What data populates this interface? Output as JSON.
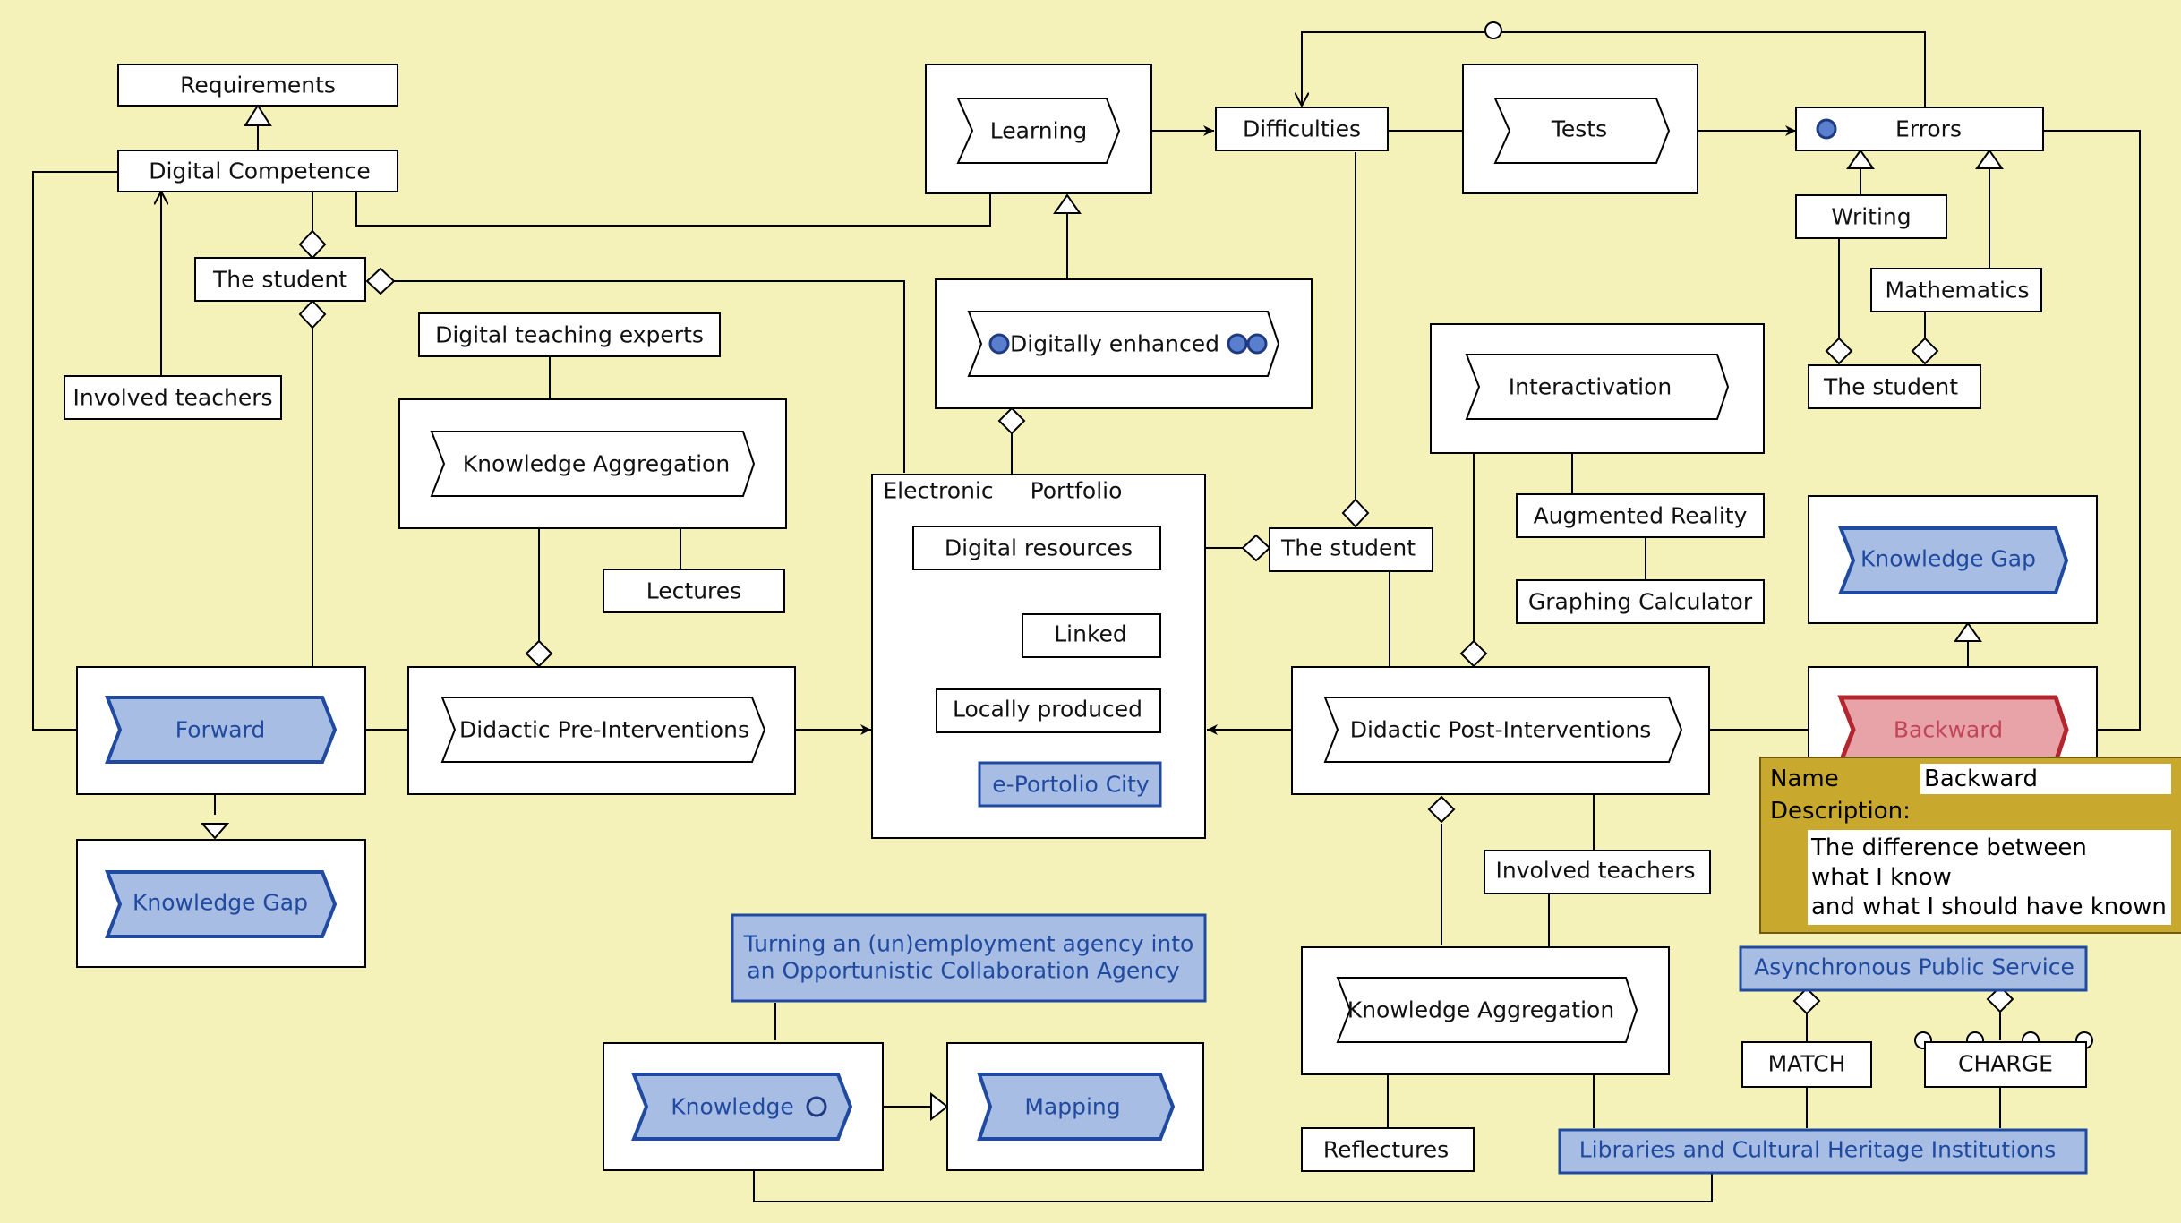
{
  "nodes": {
    "requirements": "Requirements",
    "digital_competence": "Digital Competence",
    "the_student_top": "The student",
    "involved_teachers_top": "Involved teachers",
    "digital_teaching_experts": "Digital teaching experts",
    "knowledge_aggregation_top": "Knowledge Aggregation",
    "lectures": "Lectures",
    "learning": "Learning",
    "digitally_enhanced": "Digitally enhanced",
    "difficulties": "Difficulties",
    "tests": "Tests",
    "errors": "Errors",
    "writing": "Writing",
    "mathematics": "Mathematics",
    "the_student_right": "The student",
    "interactivation": "Interactivation",
    "augmented_reality": "Augmented Reality",
    "graphing_calculator": "Graphing Calculator",
    "knowledge_gap_right": "Knowledge Gap",
    "electronic": "Electronic",
    "portfolio": "Portfolio",
    "digital_resources": "Digital resources",
    "linked": "Linked",
    "locally_produced": "Locally produced",
    "e_portolio_city": "e-Portolio City",
    "the_student_mid": "The student",
    "forward": "Forward",
    "didactic_pre": "Didactic Pre-Interventions",
    "didactic_post": "Didactic Post-Interventions",
    "backward": "Backward",
    "knowledge_gap_left": "Knowledge Gap",
    "turning_line1": "Turning an (un)employment agency into",
    "turning_line2": "an Opportunistic Collaboration Agency",
    "knowledge": "Knowledge",
    "mapping": "Mapping",
    "involved_teachers_bottom": "Involved teachers",
    "knowledge_aggregation_bottom": "Knowledge Aggregation",
    "reflectures": "Reflectures",
    "libraries": "Libraries and Cultural Heritage Institutions",
    "asynchronous": "Asynchronous Public Service",
    "match": "MATCH",
    "charge": "CHARGE"
  },
  "tooltip": {
    "name_label": "Name",
    "name_value": "Backward",
    "description_label": "Description:",
    "description_value": "The difference between\nwhat I know\nand what I should have known"
  },
  "colors": {
    "background": "#f5f2b9",
    "blue_fill": "#a8bde3",
    "blue_stroke": "#1f4aa0",
    "red_fill": "#e8a3a8",
    "red_stroke": "#b3262f",
    "tooltip_fill": "#c8a92d"
  }
}
